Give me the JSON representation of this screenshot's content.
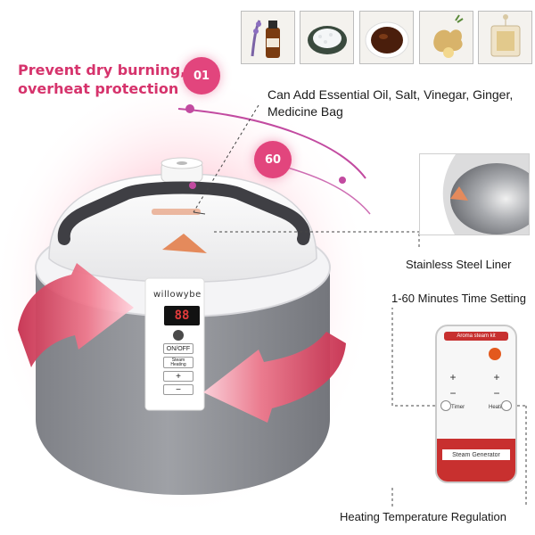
{
  "headline": {
    "line1": "Prevent dry burning,",
    "line2": "overheat protection"
  },
  "badges": {
    "protection": "01",
    "timer": "60"
  },
  "callouts": {
    "additives": "Can Add Essential Oil, Salt, Vinegar, Ginger, Medicine Bag",
    "liner": "Stainless Steel Liner",
    "timer": "1-60 Minutes Time Setting",
    "temperature": "Heating Temperature Regulation"
  },
  "additives": [
    "essential-oil",
    "salt",
    "vinegar",
    "ginger",
    "medicine-bag"
  ],
  "device": {
    "brand": "willowybe",
    "display": "88",
    "buttons": {
      "power": "ON/OFF",
      "steam": "Steam Heating",
      "plus": "+",
      "minus": "−"
    }
  },
  "remote": {
    "header": "Aroma steam kit",
    "plus": "+",
    "minus": "−",
    "left_label": "Timer",
    "right_label": "Heating",
    "footer": "Steam Generator"
  },
  "colors": {
    "accent": "#e2457d",
    "headline": "#d6336c",
    "body": "#8b8d93",
    "handle": "#3f3f44",
    "arrow": "#e8566f"
  }
}
